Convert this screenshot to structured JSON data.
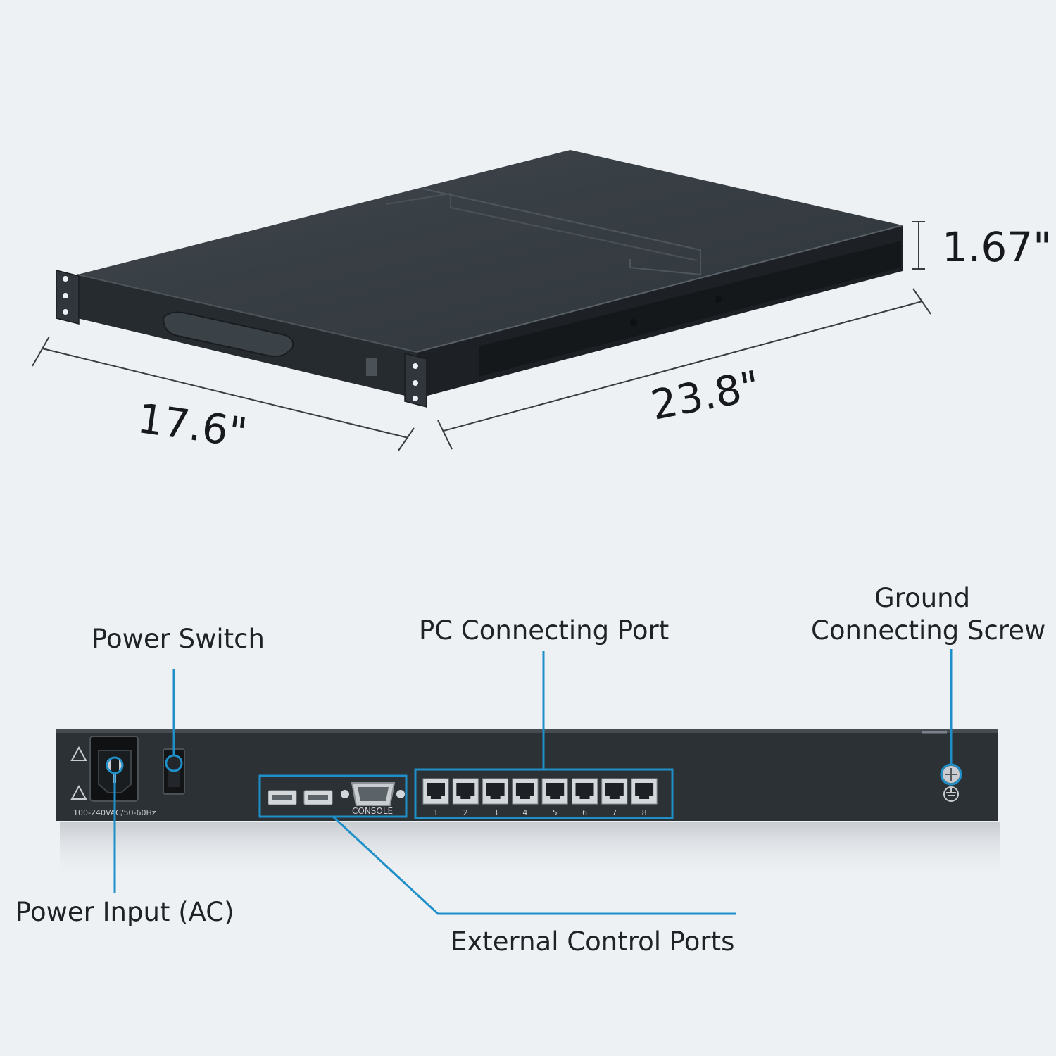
{
  "dimensions": {
    "height": "1.67\"",
    "depth": "17.6\"",
    "width": "23.8\""
  },
  "callouts": {
    "power_switch": "Power Switch",
    "pc_port": "PC Connecting Port",
    "ground_line1": "Ground",
    "ground_line2": "Connecting Screw",
    "power_input": "Power Input (AC)",
    "external_ports": "External Control Ports"
  },
  "panel": {
    "voltage": "100-240VAC/50-60Hz",
    "console": "CONSOLE",
    "port_numbers": [
      "1",
      "2",
      "3",
      "4",
      "5",
      "6",
      "7",
      "8"
    ]
  },
  "colors": {
    "callout": "#1e8fc8",
    "chassis": "#2c3136",
    "background": "#eef1f4"
  }
}
